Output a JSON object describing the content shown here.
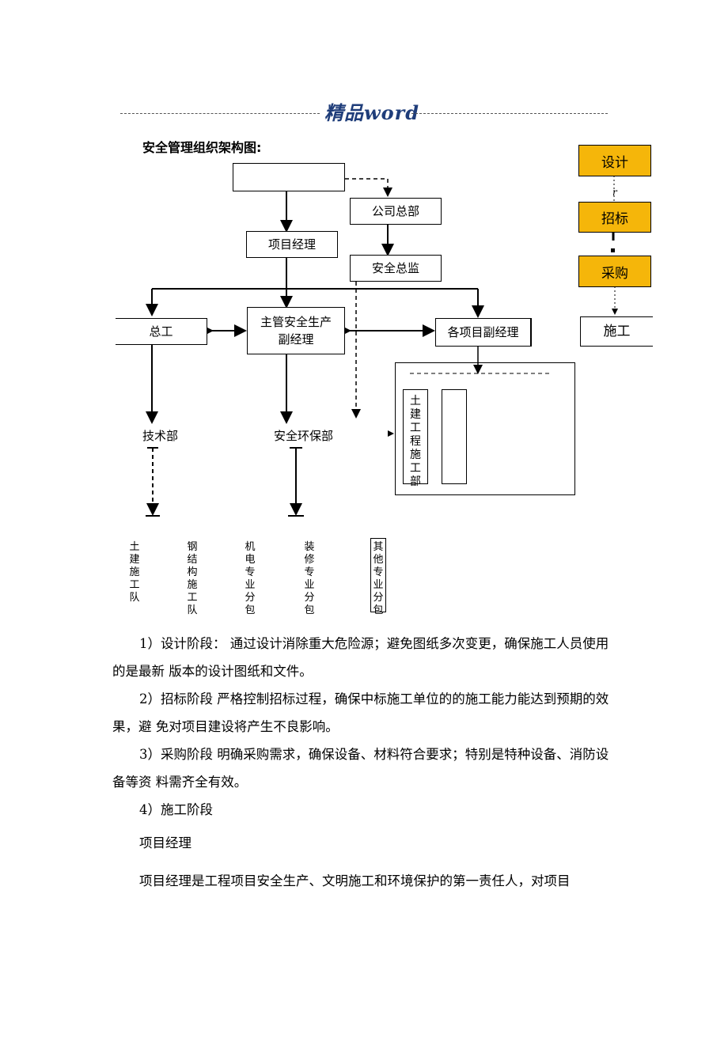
{
  "header": {
    "brand": "精品word"
  },
  "heading": "安全管理组织架构图:",
  "org": {
    "company_hq": "公司总部",
    "project_manager": "项目经理",
    "safety_director": "安全总监",
    "chief_engineer": "总工",
    "safety_vice_manager": "主管安全生产副经理",
    "project_vice_managers": "各项目副经理",
    "tech_dept": "技术部",
    "safety_env_dept": "安全环保部",
    "civil_dept": "土建工程施工部",
    "teams": [
      "土建施工队",
      "钢结构施工队",
      "机电专业分包",
      "装修专业分包",
      "其他专业分包"
    ]
  },
  "flow": {
    "steps": [
      "设计",
      "招标",
      "采购",
      "施工"
    ],
    "connector_mark": "r"
  },
  "paragraphs": [
    "1）设计阶段： 通过设计消除重大危险源；避免图纸多次变更，确保施工人员使用的是最新 版本的设计图纸和文件。",
    "2）招标阶段 严格控制招标过程，确保中标施工单位的的施工能力能达到预期的效果，避 免对项目建设将产生不良影响。",
    "3）采购阶段 明确采购需求，确保设备、材料符合要求；特别是特种设备、消防设备等资 料需齐全有效。",
    "4）施工阶段",
    "项目经理",
    "项目经理是工程项目安全生产、文明施工和环境保护的第一责任人，对项目"
  ]
}
